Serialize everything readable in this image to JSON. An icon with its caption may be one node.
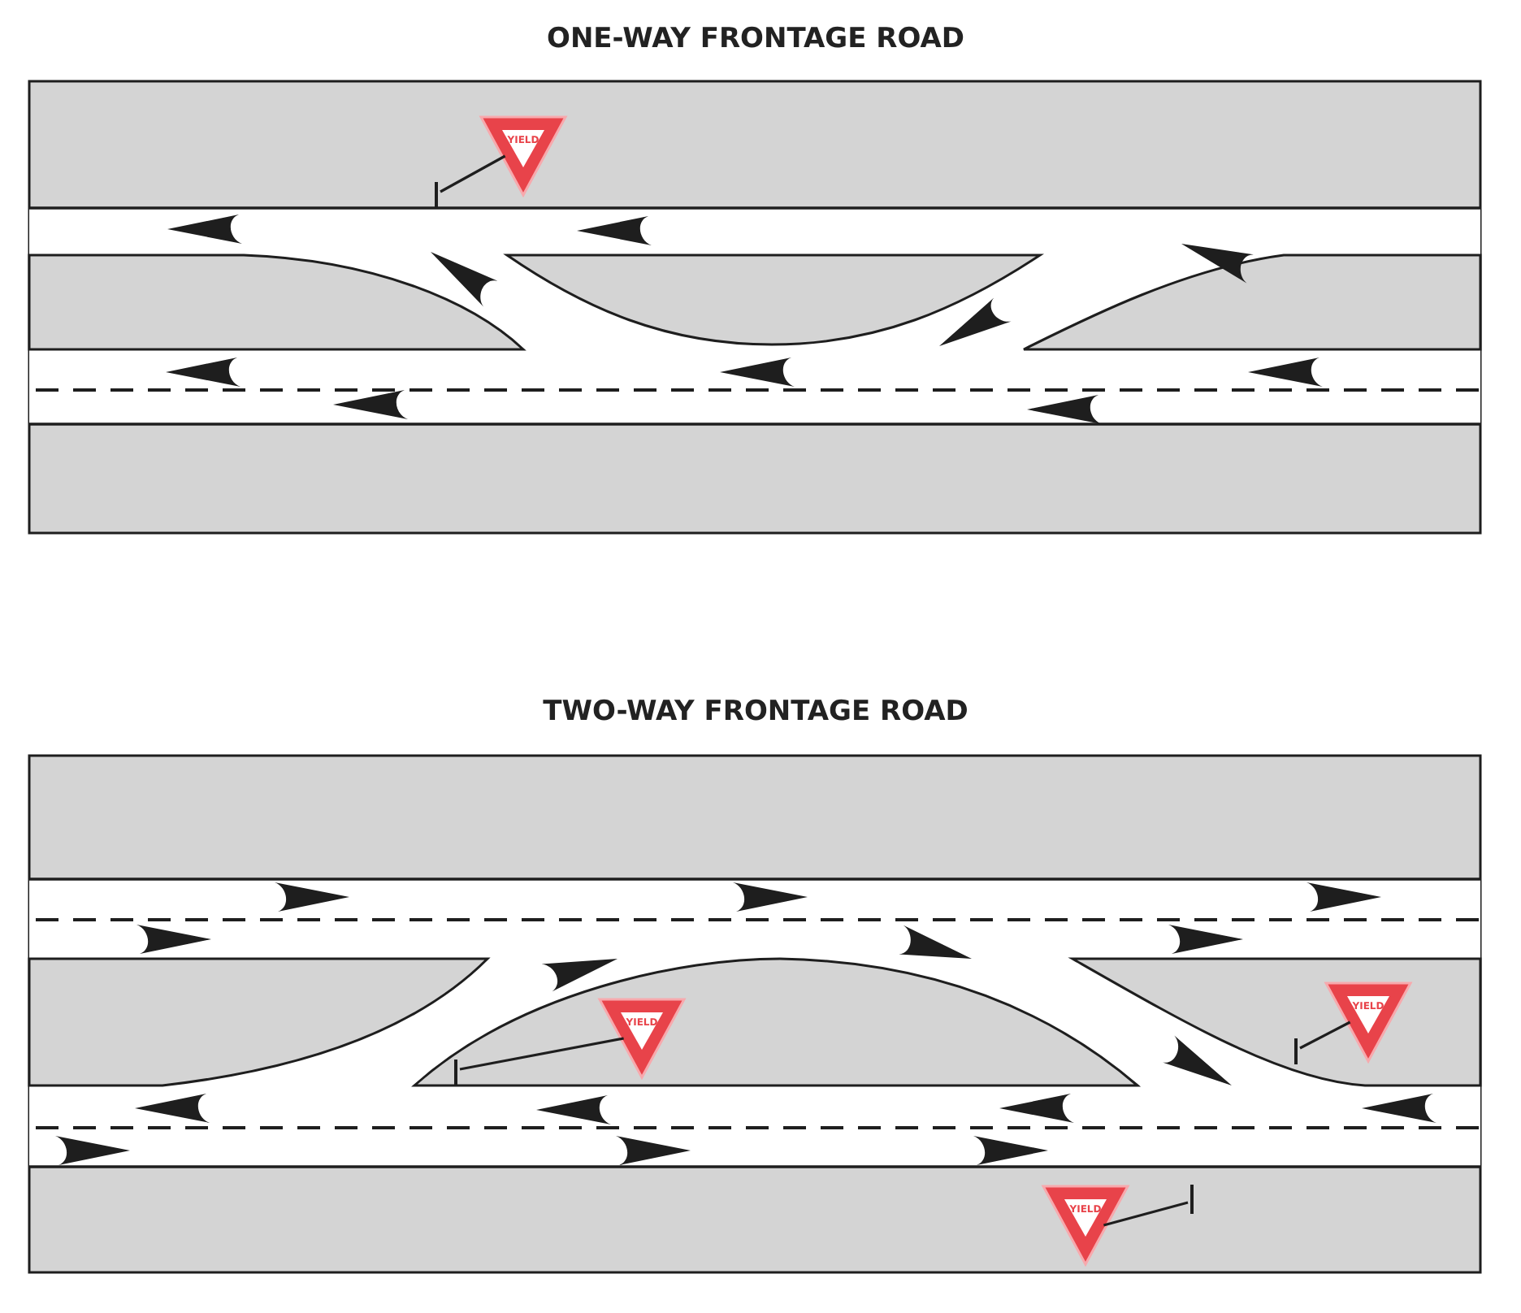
{
  "diagram": {
    "nodes": [
      {
        "text": [
          "YIELD"
        ]
      },
      {
        "text": [],
        "shape": "bar"
      },
      {
        "text": [
          "YIELD"
        ]
      },
      {
        "text": [],
        "shape": "bar"
      },
      {
        "text": [
          "YIELD"
        ]
      },
      {
        "text": [],
        "shape": "bar"
      },
      {
        "text": [
          "YIELD"
        ]
      },
      {
        "text": [],
        "shape": "bar"
      }
    ],
    "edges": [
      {
        "from": 0,
        "to": 1,
        "arrow": "none"
      },
      {
        "from": 2,
        "to": 3,
        "arrow": "none"
      },
      {
        "from": 4,
        "to": 5,
        "arrow": "none"
      },
      {
        "from": 6,
        "to": 7,
        "arrow": "none"
      }
    ],
    "labels": [
      "ONE-WAY FRONTAGE ROAD",
      "TWO-WAY FRONTAGE ROAD"
    ]
  }
}
